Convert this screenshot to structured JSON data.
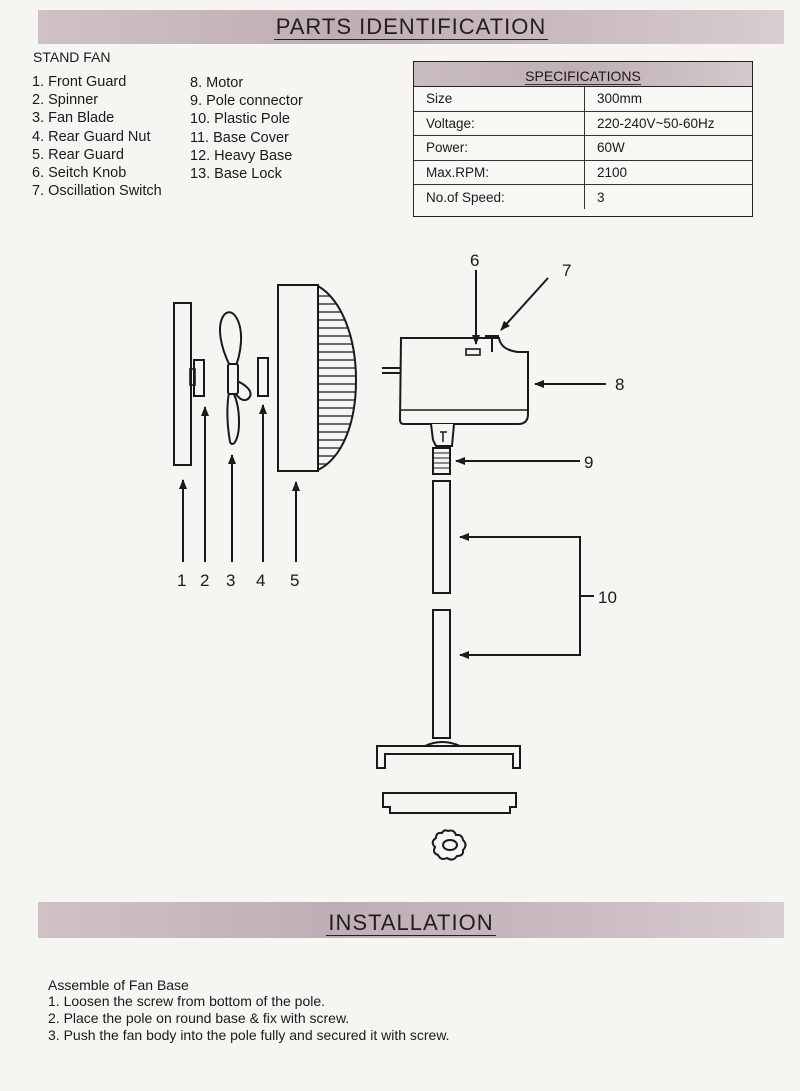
{
  "header": {
    "title": "PARTS IDENTIFICATION"
  },
  "model": "STAND  FAN",
  "parts": {
    "column1": [
      "1. Front Guard",
      "2. Spinner",
      "3. Fan Blade",
      "4. Rear Guard Nut",
      "5. Rear Guard",
      "6. Seitch Knob",
      "7. Oscillation Switch"
    ],
    "column2": [
      "8. Motor",
      "9. Pole connector",
      "10. Plastic Pole",
      "11. Base Cover",
      "12. Heavy Base",
      "13. Base Lock"
    ]
  },
  "specifications": {
    "title": "SPECIFICATIONS",
    "rows": [
      {
        "label": "Size",
        "value": "300mm"
      },
      {
        "label": "Voltage:",
        "value": "220-240V~50-60Hz"
      },
      {
        "label": "Power:",
        "value": "60W"
      },
      {
        "label": "Max.RPM:",
        "value": "2100"
      },
      {
        "label": "No.of Speed:",
        "value": "3"
      }
    ]
  },
  "diagram": {
    "labels": {
      "n1": "1",
      "n2": "2",
      "n3": "3",
      "n4": "4",
      "n5": "5",
      "n6": "6",
      "n7": "7",
      "n8": "8",
      "n9": "9",
      "n10": "10"
    }
  },
  "installation": {
    "title": "INSTALLATION",
    "heading": "Assemble of Fan Base",
    "steps": [
      "1. Loosen the screw from bottom of the pole.",
      "2. Place the pole on round base & fix with screw.",
      "3. Push the fan body into the pole fully and secured it with screw."
    ]
  }
}
